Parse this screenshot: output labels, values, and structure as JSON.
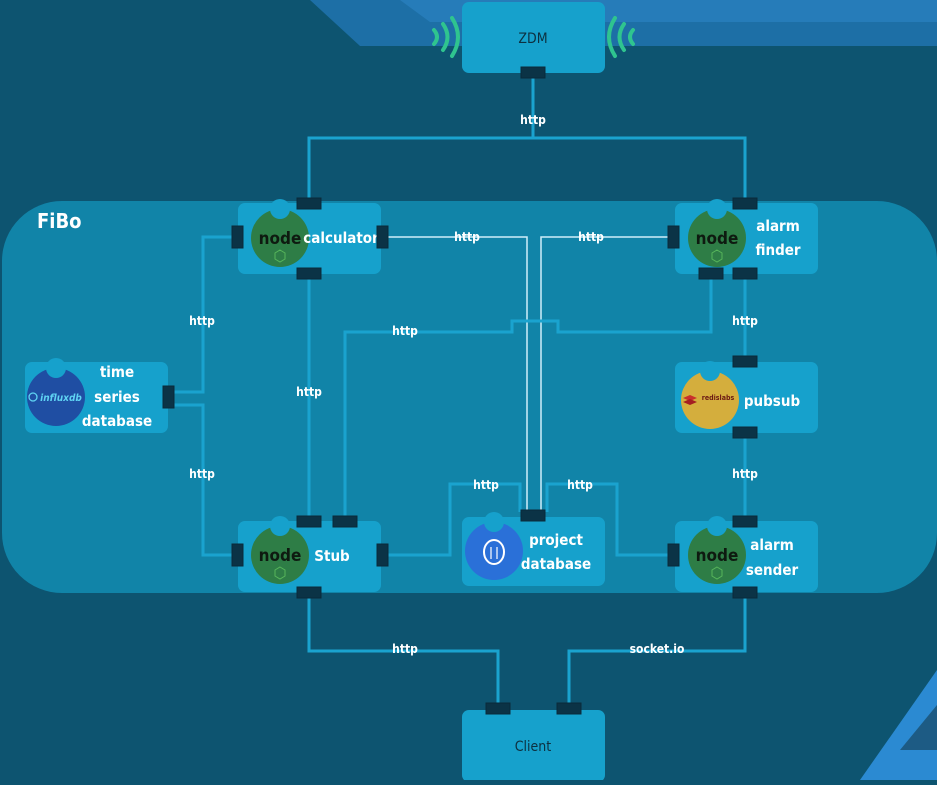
{
  "cluster": {
    "title": "FiBo"
  },
  "nodes": {
    "zdm": {
      "label": "ZDM"
    },
    "client": {
      "label": "Client"
    },
    "calculator": {
      "label": "calculator",
      "logo": "nodejs-logo"
    },
    "alarm_finder": {
      "label_line1": "alarm",
      "label_line2": "finder",
      "logo": "nodejs-logo"
    },
    "time_series": {
      "label_line1": "time",
      "label_line2": "series",
      "label_line3": "database",
      "logo": "influxdb-logo",
      "logo_text": "influxdb"
    },
    "pubsub": {
      "label": "pubsub",
      "logo": "redis-logo",
      "logo_text": "redislabs"
    },
    "stub": {
      "label": "Stub",
      "logo": "nodejs-logo"
    },
    "project_db": {
      "label_line1": "project",
      "label_line2": "database",
      "logo": "postgresql-logo"
    },
    "alarm_sender": {
      "label_line1": "alarm",
      "label_line2": "sender",
      "logo": "nodejs-logo"
    }
  },
  "node_logo_text": "node",
  "edges": {
    "zdm_http": "http",
    "calc_project": "http",
    "finder_project": "http",
    "ts_calc": "http",
    "calc_stub": "http",
    "stub_finder": "http",
    "finder_pubsub": "http",
    "ts_stub": "http",
    "stub_project": "http",
    "project_sender": "http",
    "pubsub_sender": "http",
    "stub_client": "http",
    "sender_client": "socket.io"
  },
  "colors": {
    "background": "#0d5470",
    "cluster": "#1184a8",
    "box": "#16a1cc",
    "wire": "#1aa3cf",
    "signal": "#2fc48f"
  }
}
